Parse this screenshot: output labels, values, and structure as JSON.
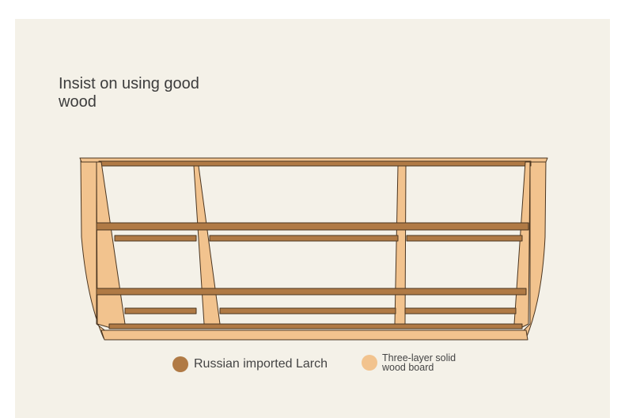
{
  "title": "Insist on using good wood",
  "colors": {
    "larch": "#b07a45",
    "board": "#f2c38e",
    "outline": "#4a3520",
    "background": "#f4f1e8"
  },
  "legend": [
    {
      "label": "Russian imported Larch",
      "color": "#b07a45"
    },
    {
      "label": "Three-layer solid wood board",
      "color": "#f2c38e"
    }
  ]
}
